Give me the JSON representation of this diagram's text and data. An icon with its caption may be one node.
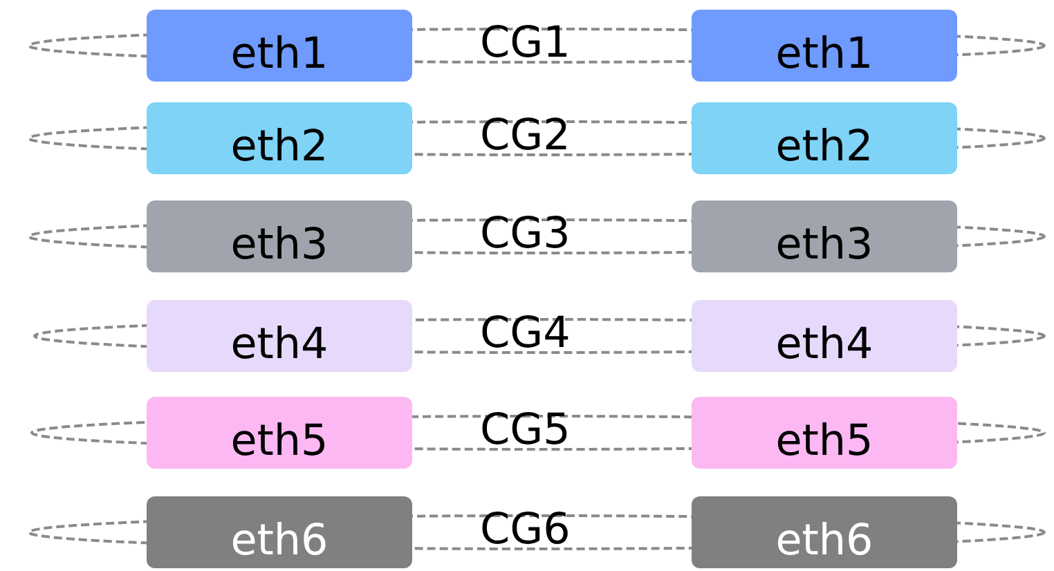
{
  "diagram": {
    "nodes": [
      {
        "text": [
          "eth1"
        ]
      },
      {
        "text": [
          "CG1"
        ]
      },
      {
        "text": [
          "eth1"
        ]
      },
      {
        "text": [
          "eth2"
        ]
      },
      {
        "text": [
          "CG2"
        ]
      },
      {
        "text": [
          "eth2"
        ]
      },
      {
        "text": [
          "eth3"
        ]
      },
      {
        "text": [
          "CG3"
        ]
      },
      {
        "text": [
          "eth3"
        ]
      },
      {
        "text": [
          "eth4"
        ]
      },
      {
        "text": [
          "CG4"
        ]
      },
      {
        "text": [
          "eth4"
        ]
      },
      {
        "text": [
          "eth5"
        ]
      },
      {
        "text": [
          "CG5"
        ]
      },
      {
        "text": [
          "eth5"
        ]
      },
      {
        "text": [
          "eth6"
        ]
      },
      {
        "text": [
          "CG6"
        ]
      },
      {
        "text": [
          "eth6"
        ]
      }
    ]
  }
}
